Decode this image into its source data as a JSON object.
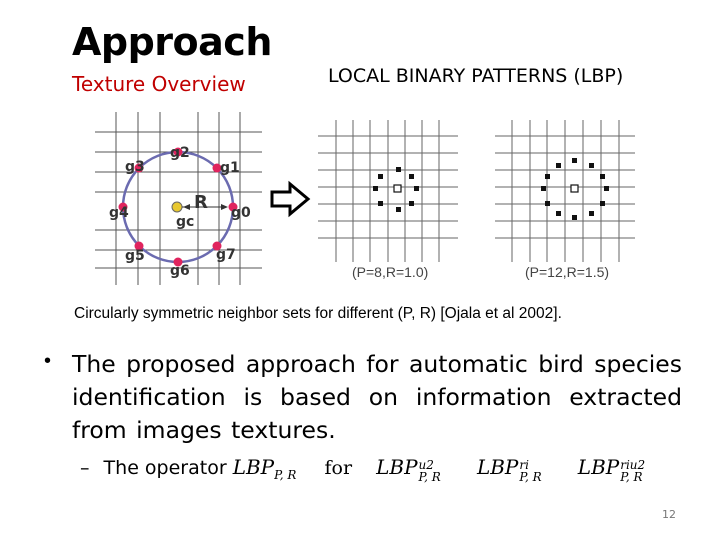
{
  "slide": {
    "title": "Approach",
    "subtitle": "Texture Overview",
    "lbp_heading": "LOCAL BINARY PATTERNS (LBP)",
    "caption": "Circularly symmetric neighbor sets for different (P, R) [Ojala et al 2002].",
    "bullet_text": "The proposed approach for automatic bird species identification is based on information extracted from images textures.",
    "sub_bullet_dash": "–",
    "sub_bullet_prefix": "The operator",
    "operator_base": "LBP",
    "operator_subscript": "P, R",
    "for_word": "for",
    "variants": [
      {
        "base": "LBP",
        "sup": "u2",
        "sub": "P, R"
      },
      {
        "base": "LBP",
        "sup": "ri",
        "sub": "P, R"
      },
      {
        "base": "LBP",
        "sup": "riu2",
        "sub": "P, R"
      }
    ],
    "page_number": "12"
  },
  "figure": {
    "circle_labels": {
      "g0": "g0",
      "g1": "g1",
      "g2": "g2",
      "g3": "g3",
      "g4": "g4",
      "g5": "g5",
      "g6": "g6",
      "g7": "g7",
      "gc": "gc",
      "R": "R"
    },
    "grid_labels": [
      "(P=8,R=1.0)",
      "(P=12,R=1.5)"
    ],
    "colors": {
      "circle": "#6b6bb0",
      "neighbor_dot": "#e0245e",
      "center_dot": "#e8c830",
      "subtitle": "#c00000"
    }
  }
}
